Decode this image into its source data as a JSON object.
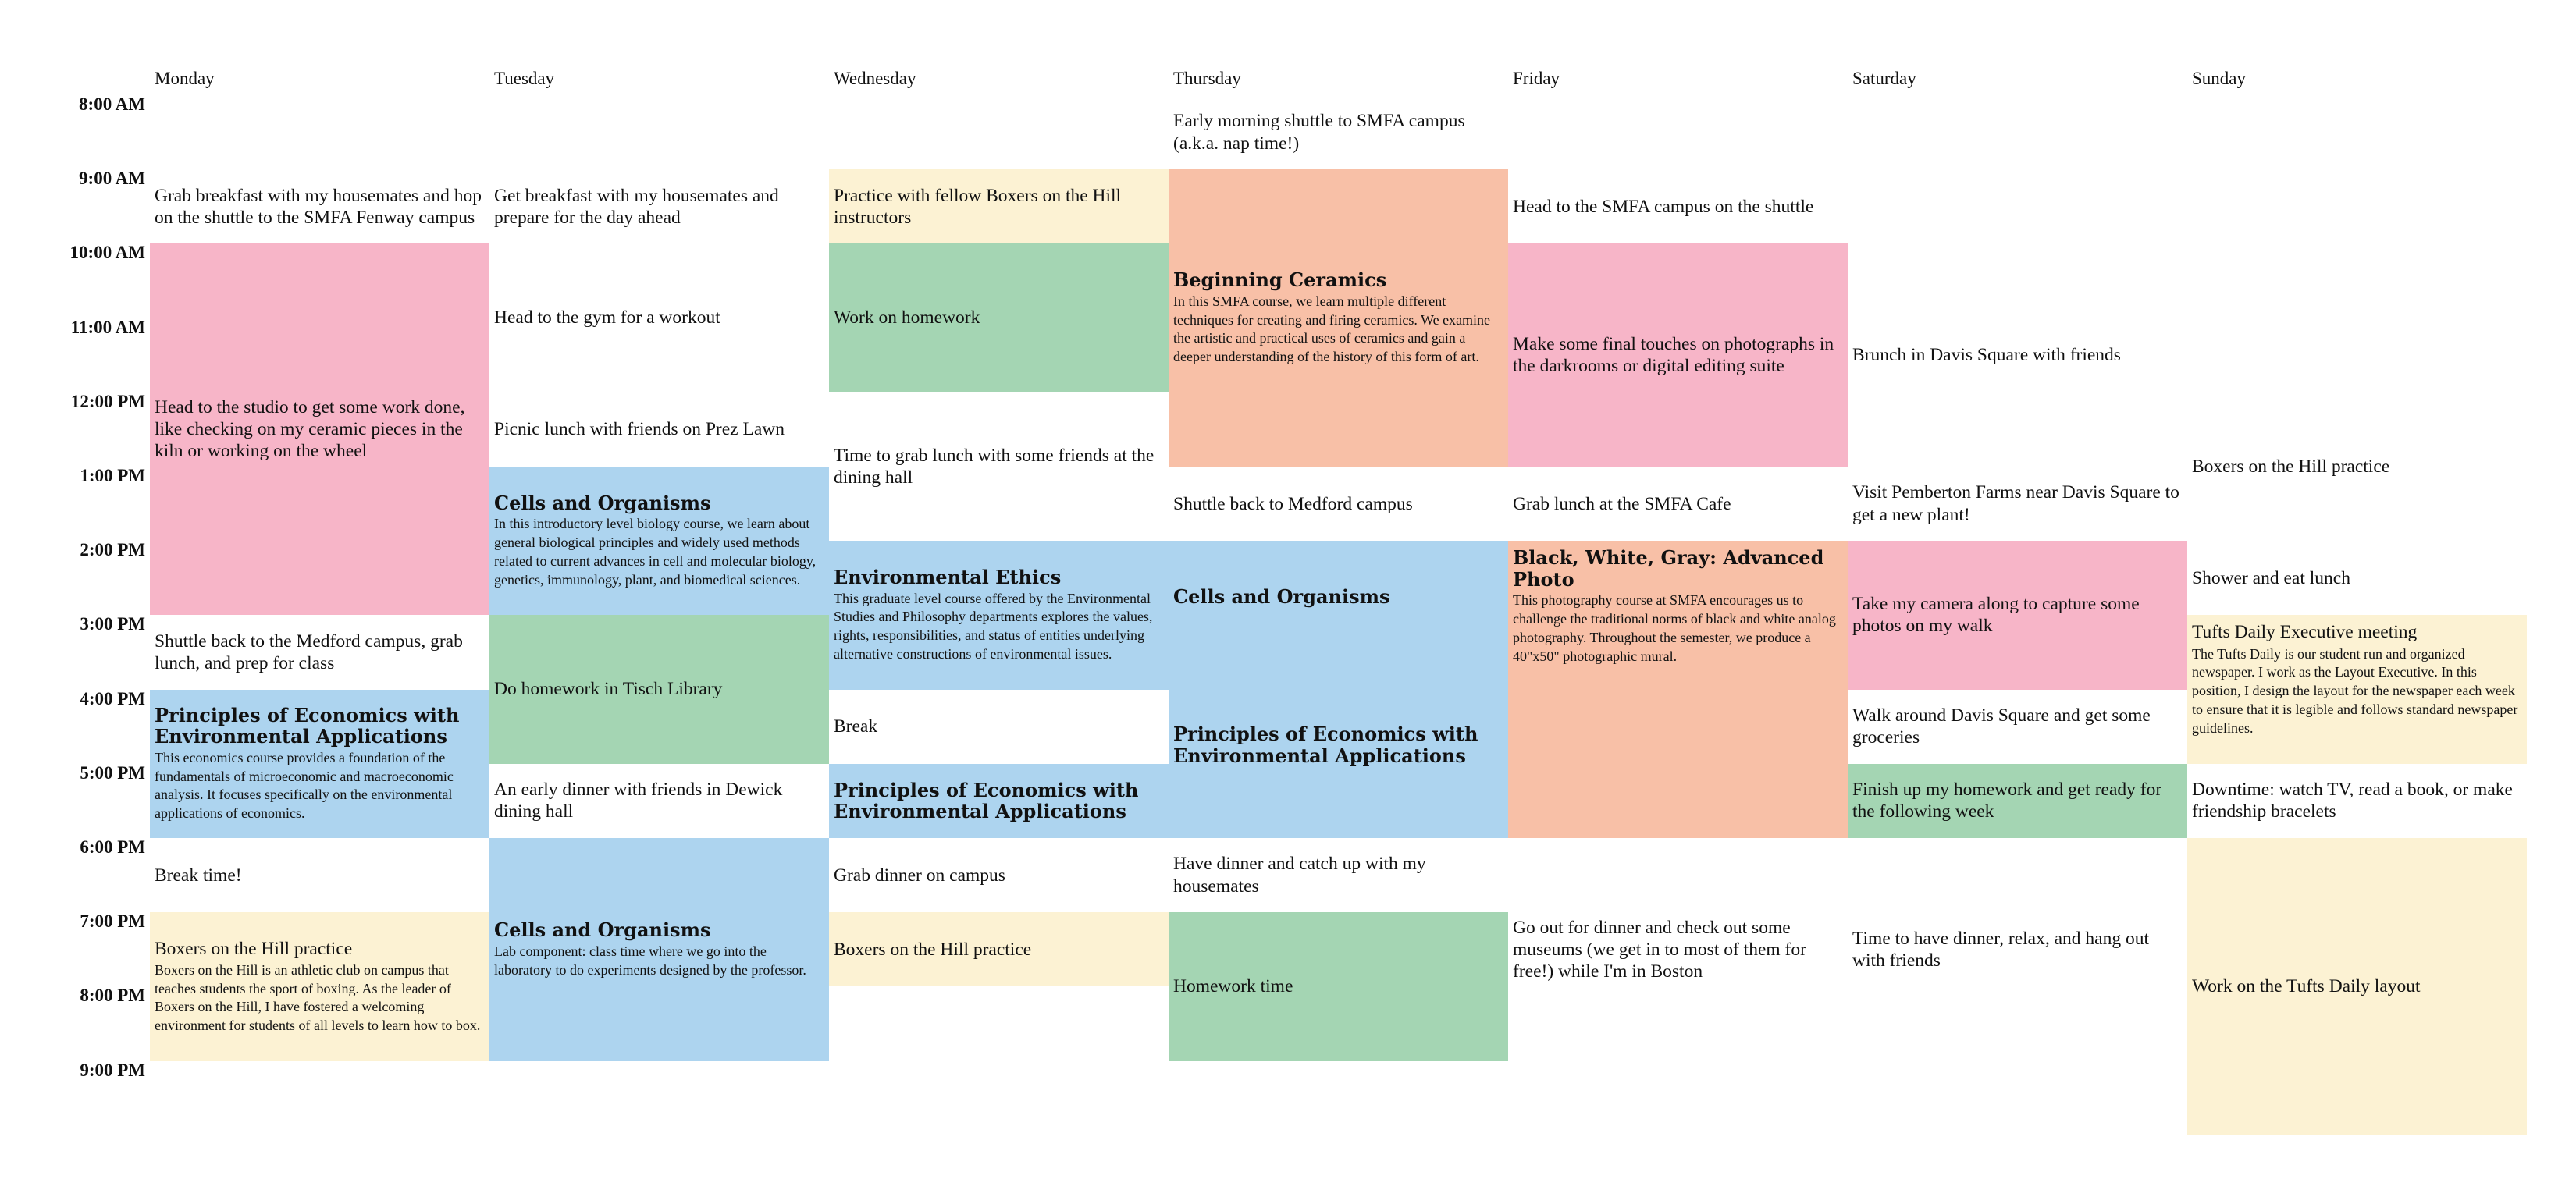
{
  "colors": {
    "pink": "#f7b5c8",
    "blue": "#add4ef",
    "green": "#a4d5b3",
    "yellow": "#fcf2d3",
    "orange": "#f8c0a7"
  },
  "days": [
    "Monday",
    "Tuesday",
    "Wednesday",
    "Thursday",
    "Friday",
    "Saturday",
    "Sunday"
  ],
  "times": [
    "8:00 AM",
    "9:00 AM",
    "10:00 AM",
    "11:00 AM",
    "12:00 PM",
    "1:00 PM",
    "2:00 PM",
    "3:00 PM",
    "4:00 PM",
    "5:00 PM",
    "6:00 PM",
    "7:00 PM",
    "8:00 PM",
    "9:00 PM"
  ],
  "events": [
    {
      "day": 0,
      "start": "9:00 AM",
      "end": "10:00 AM",
      "color": "white",
      "text": "Grab breakfast with my housemates and hop on the shuttle to the SMFA Fenway campus"
    },
    {
      "day": 0,
      "start": "10:00 AM",
      "end": "3:00 PM",
      "color": "pink",
      "text": "Head to the studio to get some work done, like checking on my ceramic pieces in the kiln or working on the wheel"
    },
    {
      "day": 0,
      "start": "3:00 PM",
      "end": "4:00 PM",
      "color": "white",
      "text": "Shuttle back to the Medford campus, grab lunch, and prep for class"
    },
    {
      "day": 0,
      "start": "4:00 PM",
      "end": "6:00 PM",
      "color": "blue",
      "title": "Principles of Economics with Environmental Applications",
      "desc": "This economics course provides a foundation of the fundamentals of microeconomic and macroeconomic analysis.  It focuses specifically on the environmental applications of economics."
    },
    {
      "day": 0,
      "start": "6:00 PM",
      "end": "7:00 PM",
      "color": "white",
      "text": "Break time!"
    },
    {
      "day": 0,
      "start": "7:00 PM",
      "end": "9:00 PM",
      "color": "yellow",
      "title": "Boxers on the Hill practice",
      "desc": "Boxers on the Hill is an athletic club on campus that teaches students the sport of boxing.  As the leader of Boxers on the Hill, I have fostered a welcoming environment for students of all levels to learn how to box.",
      "plain_title": true
    },
    {
      "day": 1,
      "start": "9:00 AM",
      "end": "10:00 AM",
      "color": "white",
      "text": "Get breakfast with my housemates and prepare for the day ahead"
    },
    {
      "day": 1,
      "start": "10:00 AM",
      "end": "12:00 PM",
      "color": "white",
      "text": "Head to the gym for a workout"
    },
    {
      "day": 1,
      "start": "12:00 PM",
      "end": "1:00 PM",
      "color": "white",
      "text": "Picnic lunch with friends on Prez Lawn"
    },
    {
      "day": 1,
      "start": "1:00 PM",
      "end": "3:00 PM",
      "color": "blue",
      "title": "Cells and Organisms",
      "desc": "In this introductory level biology course, we learn about general biological principles and widely used methods related to current advances in cell and molecular biology, genetics, immunology, plant, and biomedical sciences."
    },
    {
      "day": 1,
      "start": "3:00 PM",
      "end": "5:00 PM",
      "color": "green",
      "text": "Do homework in Tisch Library"
    },
    {
      "day": 1,
      "start": "5:00 PM",
      "end": "6:00 PM",
      "color": "white",
      "text": "An early dinner with friends in Dewick dining hall"
    },
    {
      "day": 1,
      "start": "6:00 PM",
      "end": "9:00 PM",
      "color": "blue",
      "title": "Cells and Organisms",
      "desc": "Lab component: class time where we go into the laboratory to do experiments designed by the professor."
    },
    {
      "day": 2,
      "start": "9:00 AM",
      "end": "10:00 AM",
      "color": "yellow",
      "text": "Practice with fellow Boxers on the Hill instructors"
    },
    {
      "day": 2,
      "start": "10:00 AM",
      "end": "12:00 PM",
      "color": "green",
      "text": "Work on homework"
    },
    {
      "day": 2,
      "start": "12:00 PM",
      "end": "2:00 PM",
      "color": "white",
      "text": "Time to grab lunch with some friends at the dining hall"
    },
    {
      "day": 2,
      "start": "2:00 PM",
      "end": "4:00 PM",
      "color": "blue",
      "title": "Environmental Ethics",
      "desc": "This graduate level course offered by the Environmental Studies and Philosophy departments explores the values, rights, responsibilities, and status of entities underlying alternative constructions of environmental issues."
    },
    {
      "day": 2,
      "start": "4:00 PM",
      "end": "5:00 PM",
      "color": "white",
      "text": "Break"
    },
    {
      "day": 2,
      "start": "5:00 PM",
      "end": "6:00 PM",
      "color": "blue",
      "title": "Principles of Economics with Environmental Applications"
    },
    {
      "day": 2,
      "start": "6:00 PM",
      "end": "7:00 PM",
      "color": "white",
      "text": "Grab dinner on campus"
    },
    {
      "day": 2,
      "start": "7:00 PM",
      "end": "8:00 PM",
      "color": "yellow",
      "text": "Boxers on the Hill practice"
    },
    {
      "day": 3,
      "start": "8:00 AM",
      "end": "9:00 AM",
      "color": "white",
      "text": "Early morning shuttle to SMFA campus (a.k.a. nap time!)"
    },
    {
      "day": 3,
      "start": "9:00 AM",
      "end": "1:00 PM",
      "color": "orange",
      "title": "Beginning Ceramics",
      "desc": "In this SMFA course, we learn multiple different techniques for creating and firing ceramics. We examine the artistic and practical uses of ceramics and gain a deeper understanding of the history of this form of art."
    },
    {
      "day": 3,
      "start": "1:00 PM",
      "end": "2:00 PM",
      "color": "white",
      "text": "Shuttle back to Medford campus"
    },
    {
      "day": 3,
      "start": "2:00 PM",
      "end": "3:30 PM",
      "color": "blue",
      "title": "Cells and Organisms"
    },
    {
      "day": 3,
      "start": "3:30 PM",
      "end": "6:00 PM",
      "color": "blue",
      "title": "Principles of Economics with Environmental Applications"
    },
    {
      "day": 3,
      "start": "6:00 PM",
      "end": "7:00 PM",
      "color": "white",
      "text": "Have dinner and catch up with my housemates"
    },
    {
      "day": 3,
      "start": "7:00 PM",
      "end": "9:00 PM",
      "color": "green",
      "text": "Homework time"
    },
    {
      "day": 4,
      "start": "9:00 AM",
      "end": "10:00 AM",
      "color": "white",
      "text": "Head to the SMFA campus on the shuttle"
    },
    {
      "day": 4,
      "start": "10:00 AM",
      "end": "1:00 PM",
      "color": "pink",
      "text": "Make some final touches on photographs in the darkrooms or digital editing suite"
    },
    {
      "day": 4,
      "start": "1:00 PM",
      "end": "2:00 PM",
      "color": "white",
      "text": "Grab lunch at the SMFA Cafe"
    },
    {
      "day": 4,
      "start": "2:00 PM",
      "end": "6:00 PM",
      "color": "orange",
      "title": "Black, White, Gray: Advanced Photo",
      "desc": "This photography course at SMFA encourages us to challenge the traditional norms of black and white analog photography.  Throughout the semester, we produce a 40\"x50\" photographic mural.",
      "top": true
    },
    {
      "day": 4,
      "start": "6:00 PM",
      "end": "9:00 PM",
      "color": "white",
      "text": "Go out for dinner and check out some museums (we get in to most of them for free!) while I'm in Boston"
    },
    {
      "day": 5,
      "start": "10:00 AM",
      "end": "1:00 PM",
      "color": "white",
      "text": "Brunch in Davis Square with friends"
    },
    {
      "day": 5,
      "start": "1:00 PM",
      "end": "2:00 PM",
      "color": "white",
      "text": "Visit Pemberton Farms near Davis Square to get a new plant!"
    },
    {
      "day": 5,
      "start": "2:00 PM",
      "end": "4:00 PM",
      "color": "pink",
      "text": "Take my camera along to capture some photos on my walk"
    },
    {
      "day": 5,
      "start": "4:00 PM",
      "end": "5:00 PM",
      "color": "white",
      "text": "Walk around Davis Square and get some groceries"
    },
    {
      "day": 5,
      "start": "5:00 PM",
      "end": "6:00 PM",
      "color": "green",
      "text": "Finish up my homework and get ready for the following week"
    },
    {
      "day": 5,
      "start": "6:00 PM",
      "end": "9:00 PM",
      "color": "white",
      "text": "Time to have dinner, relax, and hang out with friends"
    },
    {
      "day": 6,
      "start": "12:00 PM",
      "end": "2:00 PM",
      "color": "white",
      "text": "Boxers on the Hill practice"
    },
    {
      "day": 6,
      "start": "2:00 PM",
      "end": "3:00 PM",
      "color": "white",
      "text": "Shower and eat lunch"
    },
    {
      "day": 6,
      "start": "3:00 PM",
      "end": "5:00 PM",
      "color": "yellow",
      "title": "Tufts Daily Executive meeting",
      "desc": "The Tufts Daily is our student run and organized newspaper.  I work as the Layout Executive.  In this position, I design the layout for the newspaper each week to ensure that it is legible and follows standard newspaper guidelines.",
      "plain_title": true,
      "top": true
    },
    {
      "day": 6,
      "start": "5:00 PM",
      "end": "6:00 PM",
      "color": "white",
      "text": "Downtime: watch TV, read a book, or make friendship bracelets"
    },
    {
      "day": 6,
      "start": "6:00 PM",
      "end": "10:00 PM",
      "color": "yellow",
      "text": "Work on the Tufts Daily layout"
    }
  ]
}
